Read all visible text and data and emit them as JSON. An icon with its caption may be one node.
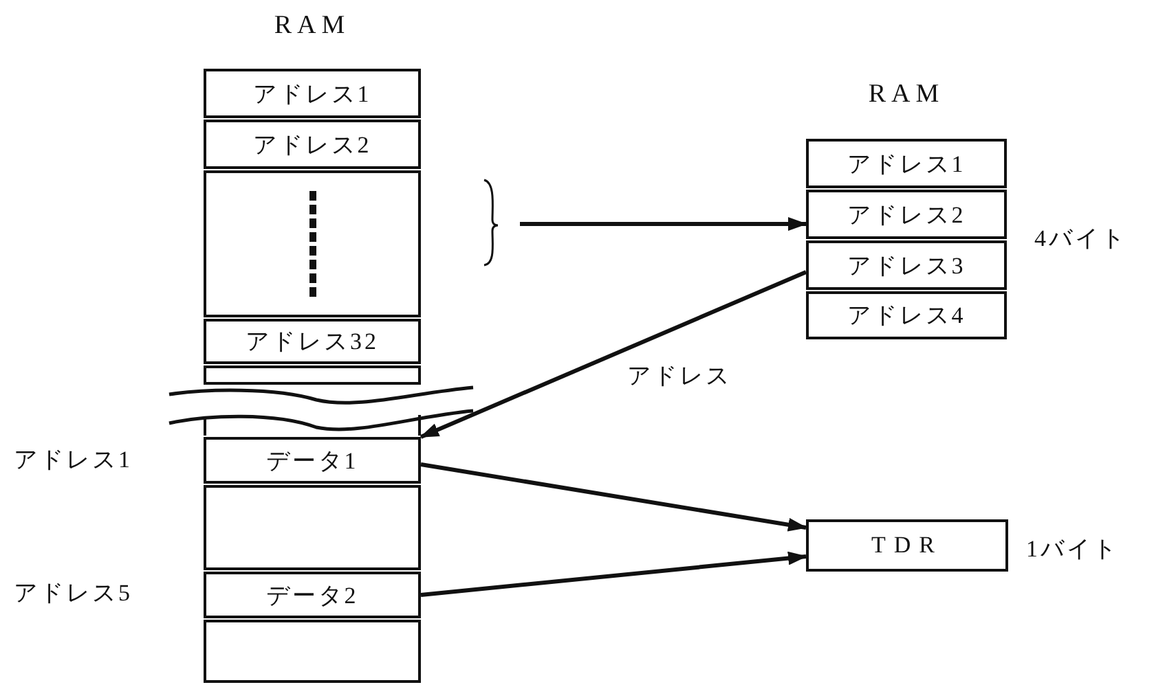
{
  "diagram": {
    "nodes": [
      {
        "text": [
          "RAM"
        ]
      },
      {
        "text": [
          "アドレス1"
        ],
        "in": 0
      },
      {
        "text": [
          "アドレス2"
        ],
        "in": 0
      },
      {
        "text": [],
        "shape": "box",
        "in": 0
      },
      {
        "text": [
          "アドレス32"
        ],
        "in": 0
      },
      {
        "text": [],
        "shape": "box",
        "in": 0
      },
      {
        "text": [
          "データ1"
        ],
        "in": 0,
        "beside": [
          "アドレス1"
        ]
      },
      {
        "text": [],
        "shape": "box",
        "in": 0
      },
      {
        "text": [
          "データ2"
        ],
        "in": 0,
        "beside": [
          "アドレス5"
        ]
      },
      {
        "text": [],
        "shape": "box",
        "in": 0
      },
      {
        "text": [
          "RAM"
        ],
        "beside": [
          "4バイト"
        ]
      },
      {
        "text": [
          "アドレス1"
        ],
        "in": 10
      },
      {
        "text": [
          "アドレス2"
        ],
        "in": 10
      },
      {
        "text": [
          "アドレス3"
        ],
        "in": 10
      },
      {
        "text": [
          "アドレス4"
        ],
        "in": 10
      },
      {
        "text": [
          "TDR"
        ],
        "beside": [
          "1バイト"
        ]
      }
    ],
    "edges": [
      {
        "from": null,
        "to": 10,
        "arrow": "to"
      },
      {
        "from": 10,
        "to": 6,
        "arrow": "to",
        "label": "アドレス"
      },
      {
        "from": 6,
        "to": 15,
        "arrow": "to"
      },
      {
        "from": 8,
        "to": 15,
        "arrow": "to"
      }
    ]
  }
}
